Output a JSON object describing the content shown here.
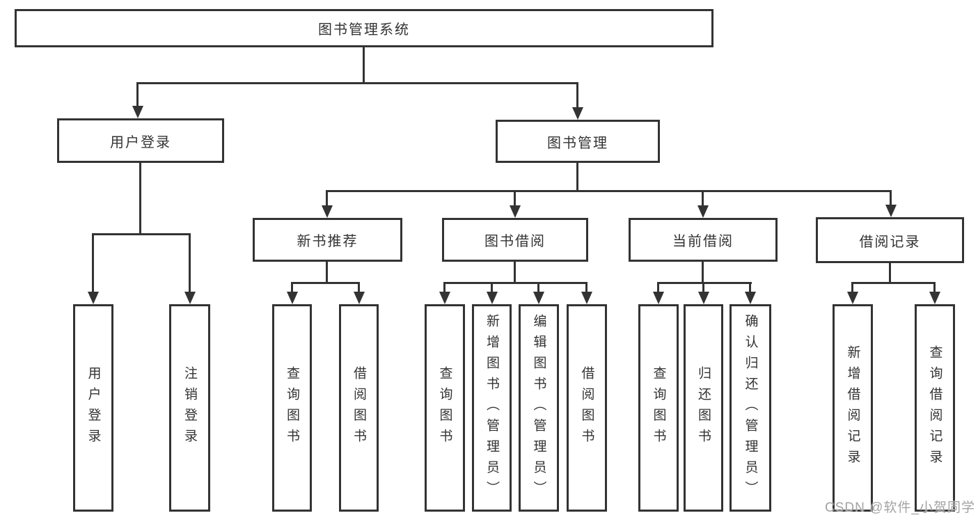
{
  "colors": {
    "line": "#333333",
    "box_border": "#333333",
    "text": "#333333",
    "watermark": "#a3a3a3",
    "background": "#ffffff"
  },
  "watermark": "CSDN @软件_小贺同学",
  "tree": {
    "label": "图书管理系统",
    "children": [
      {
        "label": "用户登录",
        "children": [
          {
            "label": "用户登录"
          },
          {
            "label": "注销登录"
          }
        ]
      },
      {
        "label": "图书管理",
        "children": [
          {
            "label": "新书推荐",
            "children": [
              {
                "label": "查询图书"
              },
              {
                "label": "借阅图书"
              }
            ]
          },
          {
            "label": "图书借阅",
            "children": [
              {
                "label": "查询图书"
              },
              {
                "label": "新增图书（管理员）"
              },
              {
                "label": "编辑图书（管理员）"
              },
              {
                "label": "借阅图书"
              }
            ]
          },
          {
            "label": "当前借阅",
            "children": [
              {
                "label": "查询图书"
              },
              {
                "label": "归还图书"
              },
              {
                "label": "确认归还（管理员）"
              }
            ]
          },
          {
            "label": "借阅记录",
            "children": [
              {
                "label": "新增借阅记录"
              },
              {
                "label": "查询借阅记录"
              }
            ]
          }
        ]
      }
    ]
  }
}
